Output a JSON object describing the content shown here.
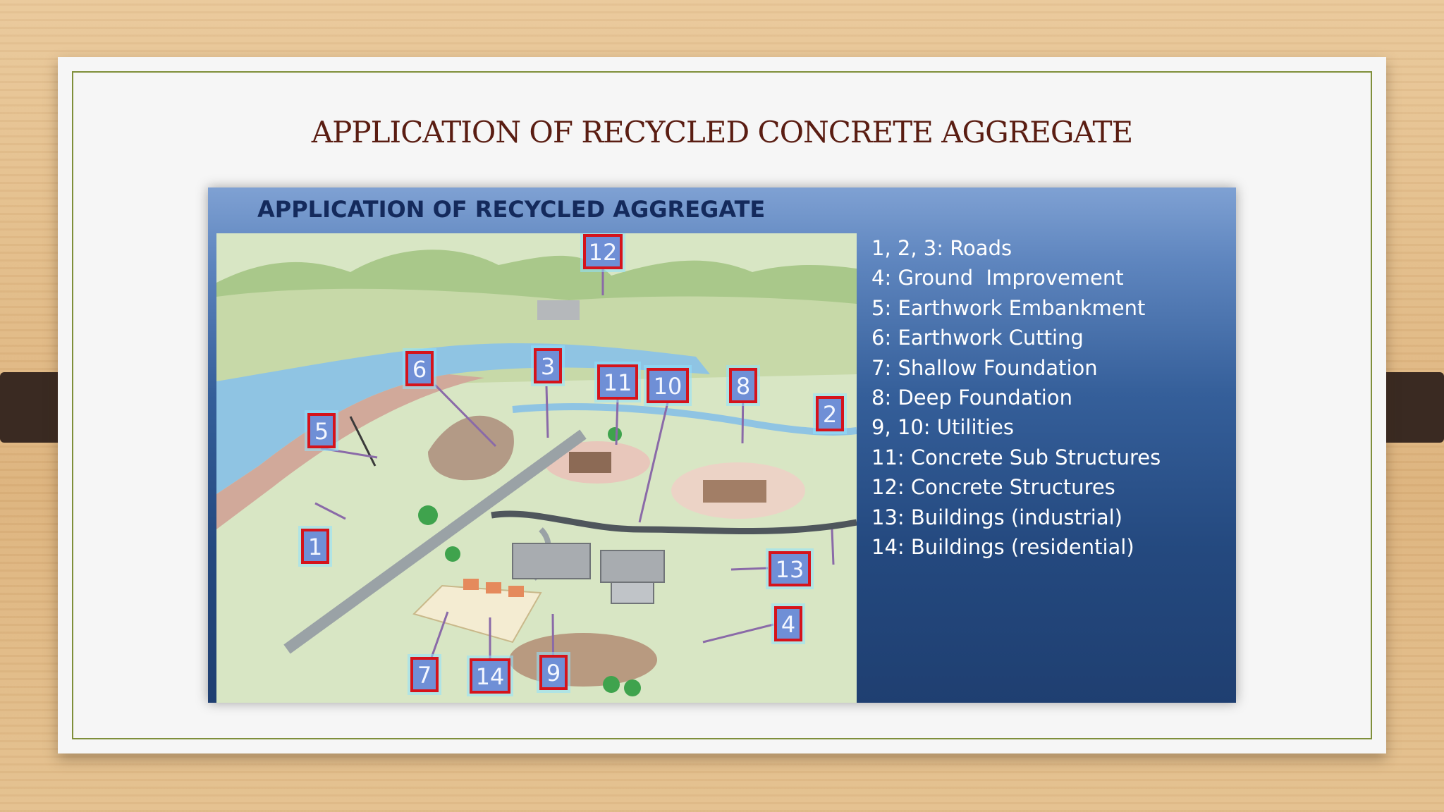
{
  "slide": {
    "title": "APPLICATION OF RECYCLED CONCRETE AGGREGATE"
  },
  "figure": {
    "title": "APPLICATION OF RECYCLED AGGREGATE",
    "markers": [
      "1",
      "2",
      "3",
      "4",
      "5",
      "6",
      "7",
      "8",
      "9",
      "10",
      "11",
      "12",
      "13",
      "14"
    ],
    "legend": [
      "1, 2, 3: Roads",
      "4: Ground  Improvement",
      "5: Earthwork Embankment",
      "6: Earthwork Cutting",
      "7: Shallow Foundation",
      "8: Deep Foundation",
      "9, 10: Utilities",
      "11: Concrete Sub Structures",
      "12: Concrete Structures",
      "13: Buildings (industrial)",
      "14: Buildings (residential)"
    ]
  }
}
